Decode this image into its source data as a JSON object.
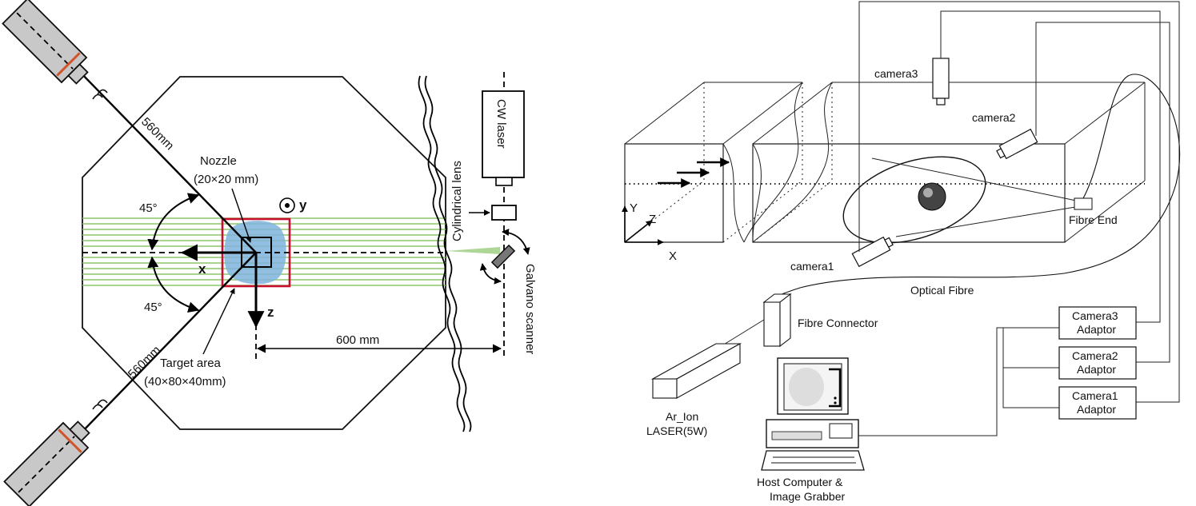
{
  "left": {
    "nozzle_title": "Nozzle",
    "nozzle_size": "(20×20 mm)",
    "axis_y": "y",
    "axis_x": "x",
    "axis_z": "z",
    "angle_top": "45°",
    "angle_bottom": "45°",
    "dist_top": "560mm",
    "dist_bottom": "560mm",
    "target_title": "Target area",
    "target_size": "(40×80×40mm)",
    "dist_horizontal": "600 mm",
    "cylindrical_lens": "Cylindrical lens",
    "cw_laser": "CW laser",
    "galvano": "Galvano scanner"
  },
  "right": {
    "camera1": "camera1",
    "camera2": "camera2",
    "camera3": "camera3",
    "fibre_end": "Fibre End",
    "optical_fibre": "Optical Fibre",
    "fibre_connector": "Fibre Connector",
    "laser_line1": "Ar_Ion",
    "laser_line2": "LASER(5W)",
    "host_line1": "Host Computer &",
    "host_line2": "Image Grabber",
    "axis_y": "Y",
    "axis_z": "Z",
    "axis_x": "X",
    "adaptors": [
      {
        "line1": "Camera3",
        "line2": "Adaptor"
      },
      {
        "line1": "Camera2",
        "line2": "Adaptor"
      },
      {
        "line1": "Camera1",
        "line2": "Adaptor"
      }
    ]
  },
  "colors": {
    "laser_sheet": "#8cc56b",
    "target_box": "#c8102e",
    "nozzle_fill": "#7fb3dc",
    "camera_body": "#c8c8c8",
    "camera_stripe": "#d2552a"
  }
}
